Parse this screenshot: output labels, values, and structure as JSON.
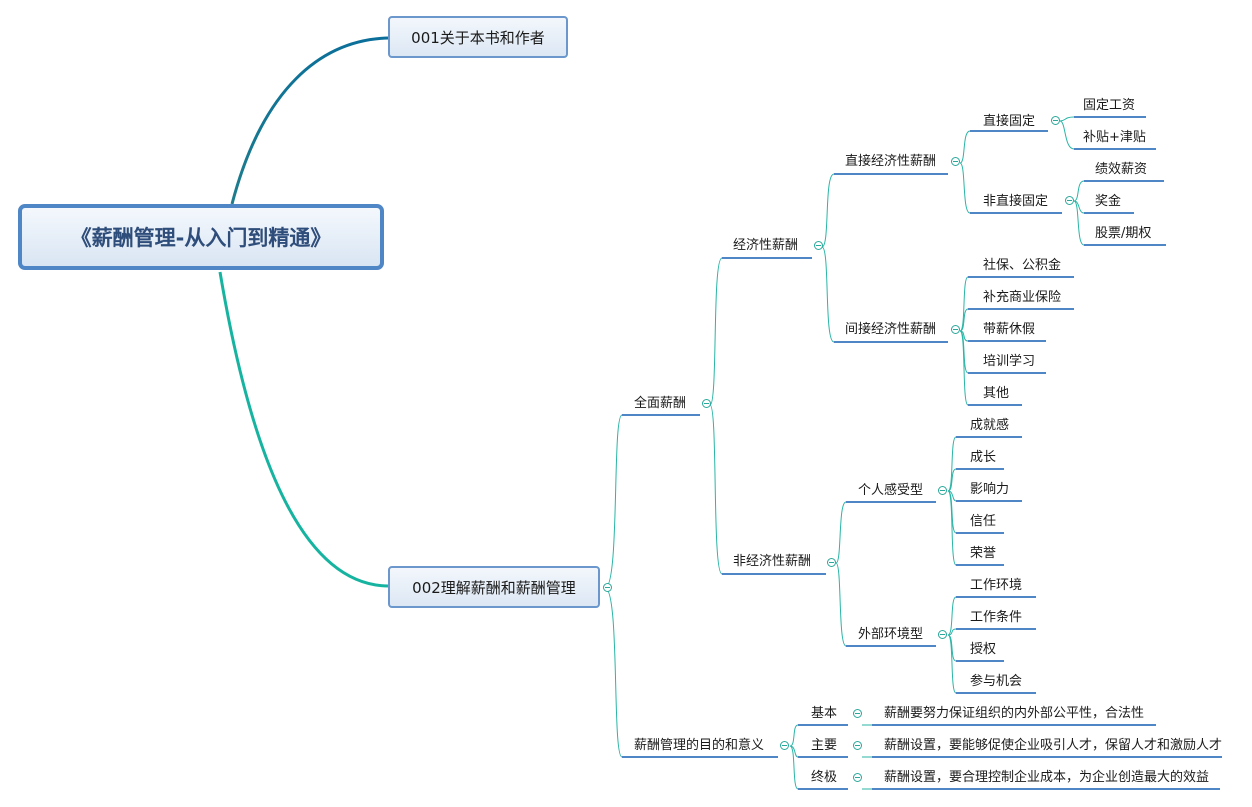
{
  "root": "《薪酬管理-从入门到精通》",
  "chapter1": "001关于本书和作者",
  "chapter2": "002理解薪酬和薪酬管理",
  "total_comp": "全面薪酬",
  "economic": "经济性薪酬",
  "direct_economic": "直接经济性薪酬",
  "direct_fixed": "直接固定",
  "fixed_salary": "固定工资",
  "allowance": "补贴+津贴",
  "indirect_fixed": "非直接固定",
  "performance_pay": "绩效薪资",
  "bonus": "奖金",
  "stock": "股票/期权",
  "indirect_economic": "间接经济性薪酬",
  "social_insurance": "社保、公积金",
  "commercial_insurance": "补充商业保险",
  "paid_leave": "带薪休假",
  "training": "培训学习",
  "other": "其他",
  "non_economic": "非经济性薪酬",
  "personal": "个人感受型",
  "achievement": "成就感",
  "growth": "成长",
  "influence": "影响力",
  "trust": "信任",
  "honor": "荣誉",
  "external": "外部环境型",
  "work_env": "工作环境",
  "work_cond": "工作条件",
  "authorization": "授权",
  "participation": "参与机会",
  "purpose": "薪酬管理的目的和意义",
  "basic": "基本",
  "basic_desc": "薪酬要努力保证组织的内外部公平性，合法性",
  "main": "主要",
  "main_desc": "薪酬设置，要能够促使企业吸引人才，保留人才和激励人才",
  "ultimate": "终极",
  "ultimate_desc": "薪酬设置，要合理控制企业成本，为企业创造最大的效益"
}
